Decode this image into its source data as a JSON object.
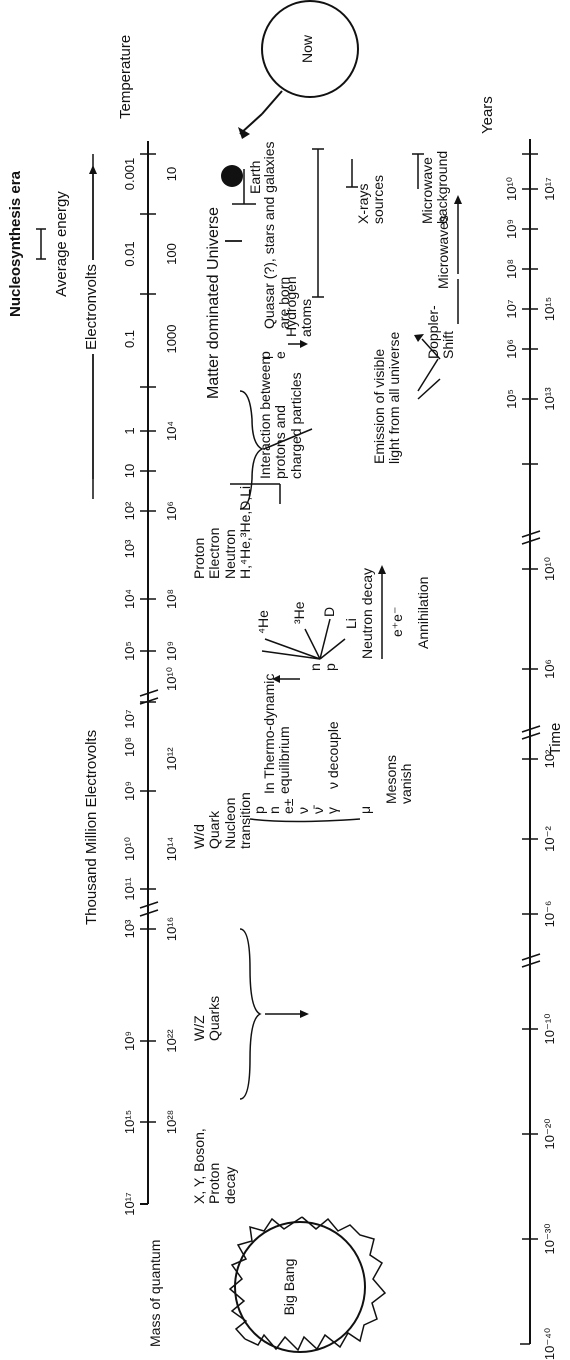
{
  "title": "Nucleosynthesis era",
  "average_energy": "Average energy",
  "units": {
    "thousand_million_ev": "Thousand Million Electrovolts",
    "electronvolts": "Electronvolts",
    "temperature": "Temperature",
    "years": "Years",
    "time": "Time"
  },
  "row_label": "Mass of quantum",
  "big_bang": "Big Bang",
  "now": "Now",
  "energy_ticks_gev": [
    "10¹⁷",
    "10¹⁵",
    "10⁹",
    "10³",
    "10¹¹",
    "10¹⁰",
    "10⁹",
    "10⁸",
    "10⁷"
  ],
  "energy_ticks_ev": [
    "10⁵",
    "10⁴",
    "10³",
    "10²",
    "10",
    "1",
    "0.1",
    "0.01",
    "0.001"
  ],
  "temperature_ticks": [
    "10²⁸",
    "10²²",
    "10¹⁶",
    "10¹⁴",
    "10¹²",
    "10¹⁰",
    "10⁹",
    "10⁸",
    "10⁶",
    "10⁴",
    "1000",
    "100",
    "10"
  ],
  "time_ticks_low": [
    "10⁻⁴⁰",
    "10⁻³⁰",
    "10⁻²⁰",
    "10⁻¹⁰",
    "10⁻⁶",
    "10⁻²",
    "10²",
    "10⁶",
    "10¹⁰"
  ],
  "time_ticks_high": [
    "10⁵",
    "10⁶",
    "10⁷",
    "10⁸",
    "10⁹",
    "10¹⁰"
  ],
  "time_ticks_years": [
    "10¹³",
    "10¹⁵",
    "10¹⁷"
  ],
  "events": {
    "xy_boson": "X, Y, Boson,\nProton\ndecay",
    "wz_quarks": "W/Z\nQuarks",
    "wd_quark": "W/d\nQuark\nNucleon\ntransition",
    "particles": "p\nn\ne±\nν\nν̄\nγ",
    "in_equilibrium": "In Thermo-dynamic\nequilibrium",
    "nu_decouple": "ν  decouple",
    "mu": "μ",
    "mesons_vanish": "Mesons\nvanish",
    "neutron_decay": "Neutron decay",
    "ee": "e⁺e⁻",
    "annihilation": "Annihilation",
    "n_p": "n\np",
    "he4": "⁴He",
    "he3": "³He",
    "d": "D",
    "li": "Li",
    "proton_list": "Proton\nElectron\nNeutron\nH,⁴He,³He,D,Li",
    "interaction": "Interaction between\nprotons and\ncharged particles",
    "p_e": "p\ne",
    "hydrogen": "Hydrogen\natoms",
    "matter_dominated": "Matter dominated Universe",
    "emission": "Emission of visible\nlight from all universe",
    "doppler": "Doppler-\nShift",
    "microwaves": "Microwaves",
    "quasar": "Quasar (?), stars and galaxies\nare born",
    "xray": "X-rays\nsources",
    "microwave_bg": "Microwave\nbackground",
    "earth": "Earth"
  }
}
